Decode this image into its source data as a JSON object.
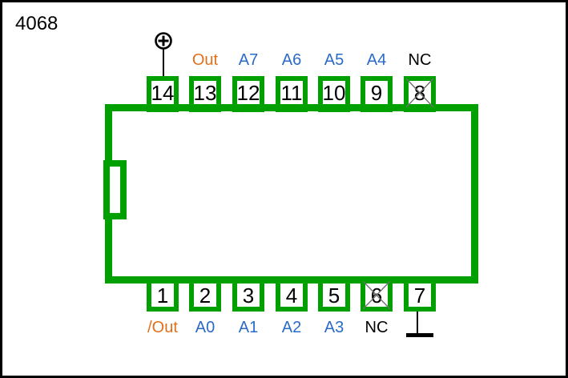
{
  "title": "4068",
  "colors": {
    "chip_green": "#00A000",
    "output_orange": "#E0701C",
    "input_blue": "#2A6AC8",
    "nc_black": "#000000",
    "x_mark_gray": "#707070",
    "frame_black": "#000000"
  },
  "chip": {
    "package": "DIP-14",
    "top_pins": [
      {
        "number": "14",
        "label": "",
        "type": "power"
      },
      {
        "number": "13",
        "label": "Out",
        "type": "output"
      },
      {
        "number": "12",
        "label": "A7",
        "type": "input"
      },
      {
        "number": "11",
        "label": "A6",
        "type": "input"
      },
      {
        "number": "10",
        "label": "A5",
        "type": "input"
      },
      {
        "number": "9",
        "label": "A4",
        "type": "input"
      },
      {
        "number": "8",
        "label": "NC",
        "type": "nc"
      }
    ],
    "bottom_pins": [
      {
        "number": "1",
        "label": "/Out",
        "type": "output"
      },
      {
        "number": "2",
        "label": "A0",
        "type": "input"
      },
      {
        "number": "3",
        "label": "A1",
        "type": "input"
      },
      {
        "number": "4",
        "label": "A2",
        "type": "input"
      },
      {
        "number": "5",
        "label": "A3",
        "type": "input"
      },
      {
        "number": "6",
        "label": "NC",
        "type": "nc"
      },
      {
        "number": "7",
        "label": "",
        "type": "ground"
      }
    ]
  }
}
